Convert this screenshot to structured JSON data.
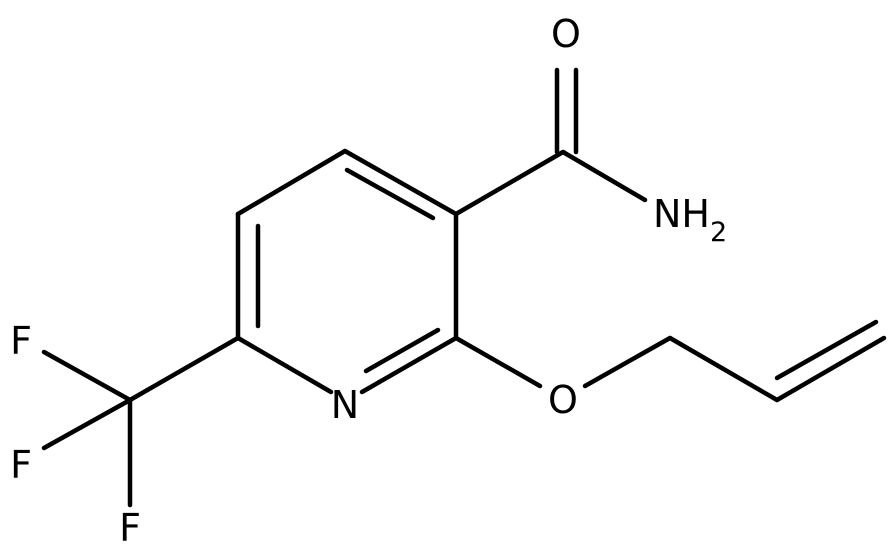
{
  "molecule": {
    "atoms": {
      "oxygen_carbonyl": "O",
      "amide_n": "NH",
      "amide_sub": "2",
      "ring_n": "N",
      "ether_o": "O",
      "fluorine_1": "F",
      "fluorine_2": "F",
      "fluorine_3": "F"
    }
  },
  "colors": {
    "ink": "#000000",
    "background": "#ffffff"
  }
}
